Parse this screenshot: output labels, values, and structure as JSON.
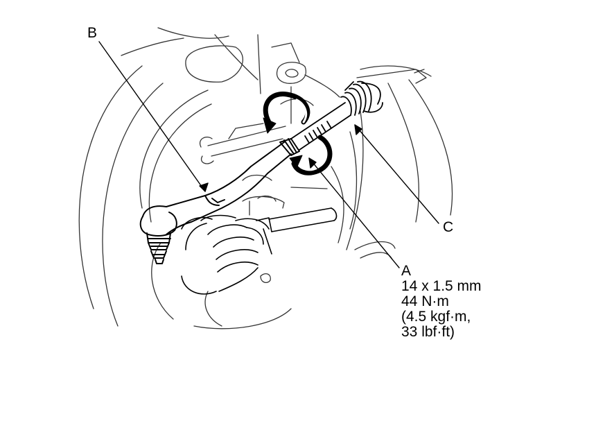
{
  "labels": {
    "b": "B",
    "c": "C",
    "a": {
      "letter": "A",
      "size": "14 x 1.5 mm",
      "torque_nm": "44 N·m",
      "torque_kgf": "(4.5 kgf·m,",
      "torque_lbf": "33 lbf·ft)"
    }
  },
  "colors": {
    "line": "#000000",
    "background": "#ffffff"
  }
}
